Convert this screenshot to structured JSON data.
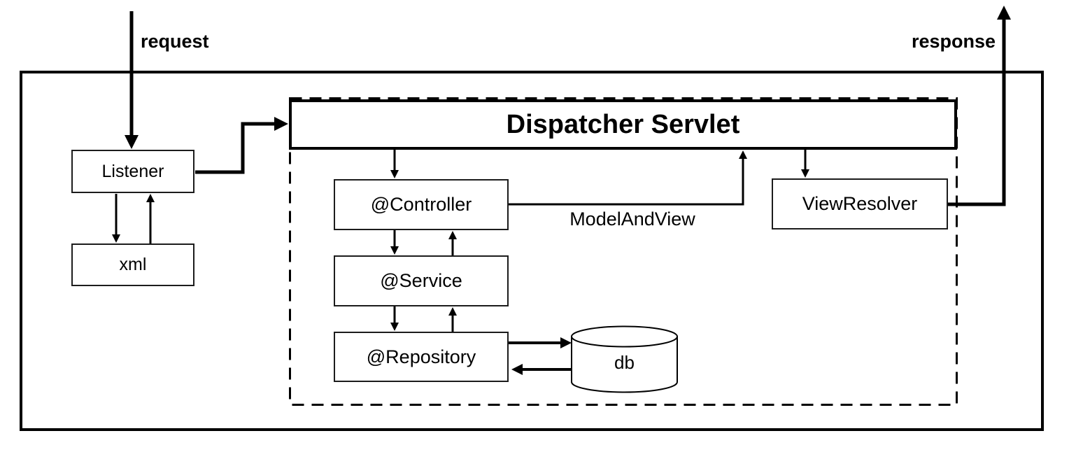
{
  "diagram": {
    "flow_labels": {
      "request": "request",
      "response": "response",
      "model_and_view": "ModelAndView"
    },
    "nodes": {
      "dispatcher_servlet": {
        "label": "Dispatcher Servlet"
      },
      "listener": {
        "label": "Listener"
      },
      "xml": {
        "label": "xml"
      },
      "controller": {
        "label": "@Controller"
      },
      "service": {
        "label": "@Service"
      },
      "repository": {
        "label": "@Repository"
      },
      "view_resolver": {
        "label": "ViewResolver"
      },
      "db": {
        "label": "db"
      }
    },
    "colors": {
      "stroke": "#000000",
      "background": "#ffffff"
    }
  }
}
